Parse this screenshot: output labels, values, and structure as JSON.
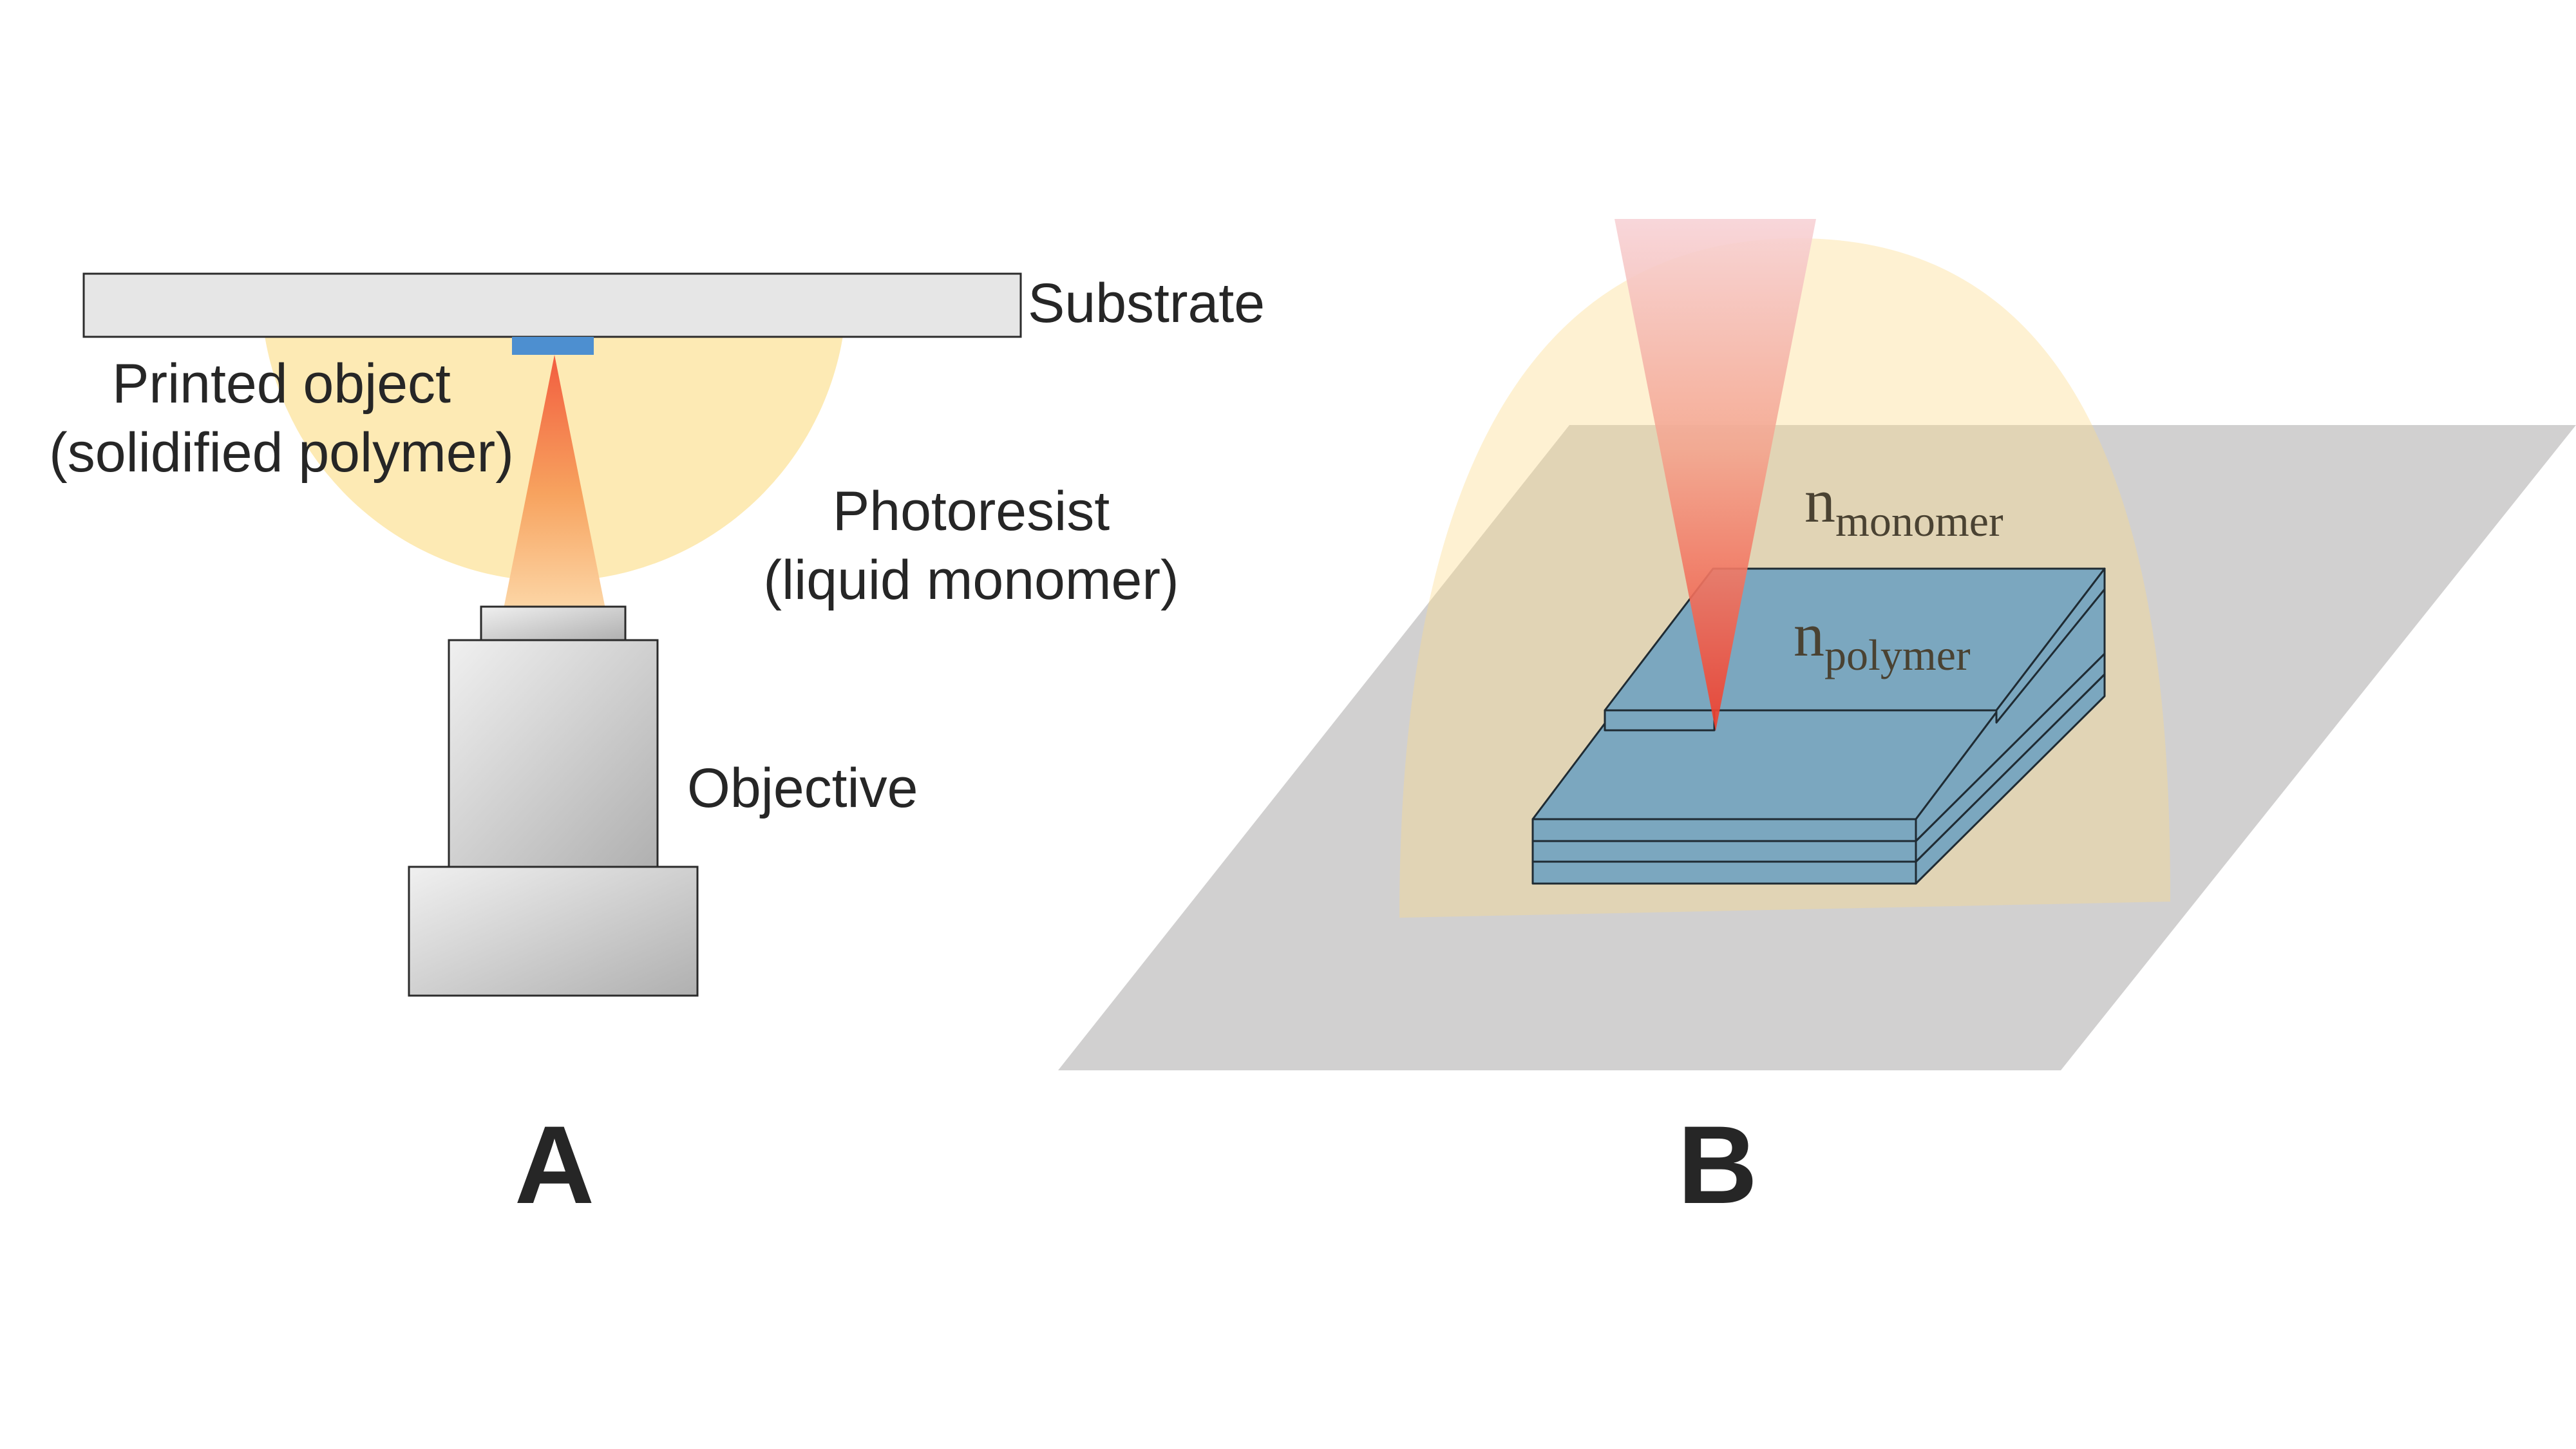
{
  "panel_a": {
    "labels": {
      "substrate": "Substrate",
      "printed_object_line1": "Printed object",
      "printed_object_line2": "(solidified polymer)",
      "photoresist_line1": "Photoresist",
      "photoresist_line2": "(liquid monomer)",
      "objective": "Objective"
    },
    "panel_letter": "A"
  },
  "panel_b": {
    "labels": {
      "n_monomer_base": "n",
      "n_monomer_sub": "monomer",
      "n_polymer_base": "n",
      "n_polymer_sub": "polymer"
    },
    "panel_letter": "B"
  },
  "colors": {
    "photoresist": "#fdeab4",
    "substrate_fill": "#e6e6e6",
    "printed_object": "#4d8fd0",
    "beam_top": "#f46b4a",
    "beam_bottom": "#fcd6a6",
    "objective_light": "#ececec",
    "objective_dark": "#b3b3b3",
    "stage_plane": "#d1d0d0",
    "layers_fill": "#7ba7bf",
    "label_text": "#262626",
    "index_text": "#4a4232"
  }
}
